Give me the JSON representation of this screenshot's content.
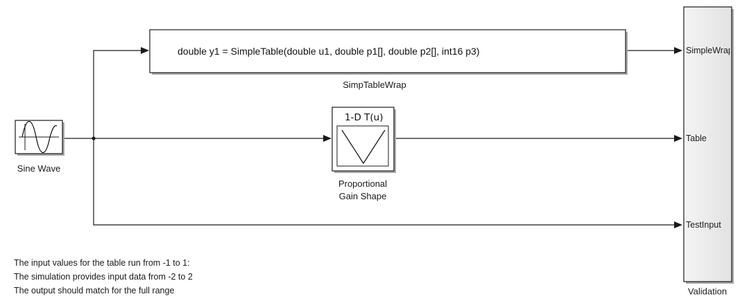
{
  "blocks": {
    "sine_wave": {
      "label": "Sine Wave"
    },
    "simp_table_wrap": {
      "signature": "double y1 = SimpleTable(double u1, double p1[], double p2[], int16 p3)",
      "label": "SimpTableWrap"
    },
    "lookup_table": {
      "icon_text": "1-D T(u)",
      "label_line1": "Proportional",
      "label_line2": "Gain Shape"
    },
    "validation": {
      "label": "Validation",
      "ports": [
        "SimpleWrap",
        "Table",
        "TestInput"
      ]
    }
  },
  "notes": [
    "The input values for the table run from -1 to 1:",
    "The simulation provides input data from -2 to 2",
    "The output should match for the full range"
  ],
  "colors": {
    "line": "#1a1a1a",
    "block_border": "#1a1a1a",
    "block_shadow": "#a8a8a8",
    "block_fill": "#ffffff",
    "validation_fill": "#ececec"
  }
}
